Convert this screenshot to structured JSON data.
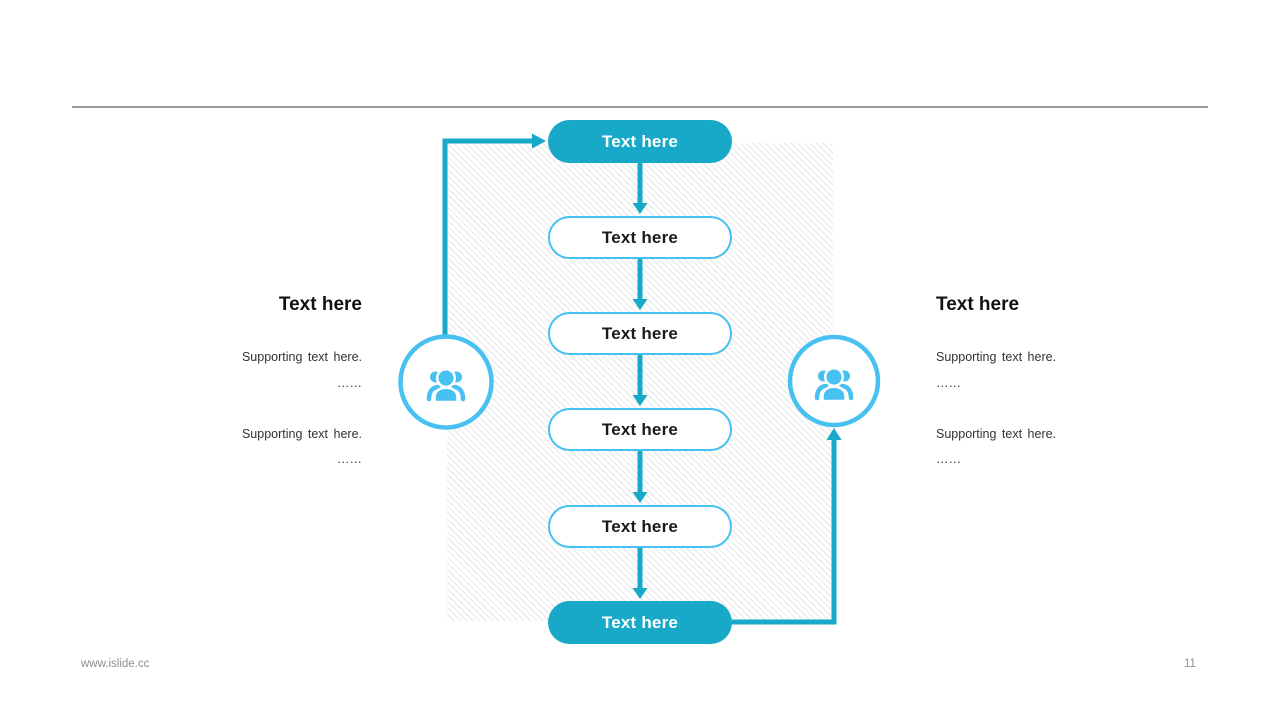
{
  "flowchart": {
    "nodes": [
      {
        "label": "Text here",
        "style": "filled"
      },
      {
        "label": "Text here",
        "style": "outline"
      },
      {
        "label": "Text here",
        "style": "outline"
      },
      {
        "label": "Text here",
        "style": "outline"
      },
      {
        "label": "Text here",
        "style": "outline"
      },
      {
        "label": "Text here",
        "style": "filled"
      }
    ],
    "icons": {
      "left": "users-group-icon",
      "right": "users-group-icon"
    },
    "colors": {
      "teal": "#18a9c9",
      "light_blue": "#46c1f1",
      "hatch_line": "#ececec"
    }
  },
  "left_panel": {
    "title": "Text here",
    "lines": [
      "Supporting text here.",
      "……",
      "Supporting text here.",
      "……"
    ]
  },
  "right_panel": {
    "title": "Text here",
    "lines": [
      "Supporting text here.",
      "……",
      "Supporting text here.",
      "……"
    ]
  },
  "footer": {
    "website": "www.islide.cc",
    "page_number": "11"
  }
}
